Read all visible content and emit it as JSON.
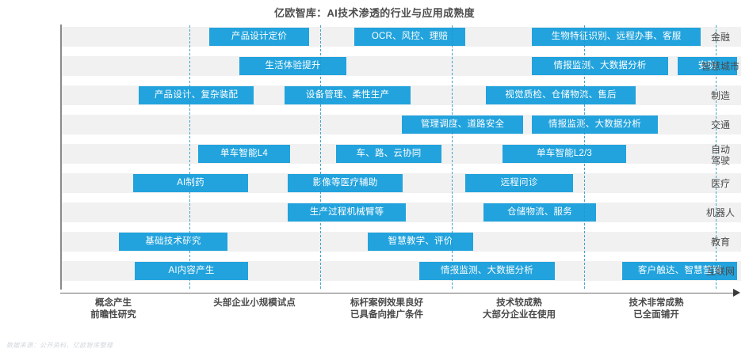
{
  "chart_data": {
    "type": "bar",
    "title": "亿欧智库：AI技术渗透的行业与应用成熟度",
    "xlabel": "",
    "ylabel": "",
    "grid": true,
    "legend": false,
    "source_note": "数据来源：公开资料、亿欧智库整理",
    "accent_color": "#22a3dd",
    "band_color": "#f1f1f1",
    "xlim": [
      0,
      5.2
    ],
    "stage_labels": [
      {
        "id": "stage-1",
        "line1": "概念产生",
        "line2": "前瞻性研究"
      },
      {
        "id": "stage-2",
        "line1": "头部企业小规模试点",
        "line2": ""
      },
      {
        "id": "stage-3",
        "line1": "标杆案例效果良好",
        "line2": "已具备向推广条件"
      },
      {
        "id": "stage-4",
        "line1": "技术较成熟",
        "line2": "大部分企业在使用"
      },
      {
        "id": "stage-5",
        "line1": "技术非常成熟",
        "line2": "已全面铺开"
      }
    ],
    "categories": [
      "金融",
      "智慧城市",
      "制造",
      "交通",
      "自动驾驶",
      "医疗",
      "机器人",
      "教育",
      "互联网"
    ],
    "rows": [
      {
        "label": "金融",
        "label_line1": "金融",
        "label_line2": "",
        "bars": [
          {
            "text": "产品设计定价",
            "start": 264,
            "end": 390
          },
          {
            "text": "OCR、风控、理赔",
            "start": 447,
            "end": 587
          },
          {
            "text": "生物特征识别、远程办事、客服",
            "start": 671,
            "end": 884
          }
        ]
      },
      {
        "label": "智慧城市",
        "label_line1": "智慧城市",
        "label_line2": "",
        "bars": [
          {
            "text": "生活体验提升",
            "start": 302,
            "end": 437
          },
          {
            "text": "情报监测、大数据分析",
            "start": 671,
            "end": 843
          },
          {
            "text": "安防",
            "start": 855,
            "end": 930
          }
        ]
      },
      {
        "label": "制造",
        "label_line1": "制造",
        "label_line2": "",
        "bars": [
          {
            "text": "产品设计、复杂装配",
            "start": 175,
            "end": 320
          },
          {
            "text": "设备管理、柔性生产",
            "start": 359,
            "end": 518
          },
          {
            "text": "视觉质检、仓储物流、售后",
            "start": 613,
            "end": 802
          }
        ]
      },
      {
        "label": "交通",
        "label_line1": "交通",
        "label_line2": "",
        "bars": [
          {
            "text": "管理调度、道路安全",
            "start": 507,
            "end": 660
          },
          {
            "text": "情报监测、大数据分析",
            "start": 671,
            "end": 830
          }
        ]
      },
      {
        "label": "自动驾驶",
        "label_line1": "自动",
        "label_line2": "驾驶",
        "bars": [
          {
            "text": "单车智能L4",
            "start": 250,
            "end": 366
          },
          {
            "text": "车、路、云协同",
            "start": 424,
            "end": 557
          },
          {
            "text": "单车智能L2/3",
            "start": 634,
            "end": 790
          }
        ]
      },
      {
        "label": "医疗",
        "label_line1": "医疗",
        "label_line2": "",
        "bars": [
          {
            "text": "AI制药",
            "start": 168,
            "end": 313
          },
          {
            "text": "影像等医疗辅助",
            "start": 363,
            "end": 508
          },
          {
            "text": "远程问诊",
            "start": 587,
            "end": 723
          }
        ]
      },
      {
        "label": "机器人",
        "label_line1": "机器人",
        "label_line2": "",
        "bars": [
          {
            "text": "生产过程机械臂等",
            "start": 363,
            "end": 512
          },
          {
            "text": "仓储物流、服务",
            "start": 610,
            "end": 752
          }
        ]
      },
      {
        "label": "教育",
        "label_line1": "教育",
        "label_line2": "",
        "bars": [
          {
            "text": "基础技术研究",
            "start": 150,
            "end": 287
          },
          {
            "text": "智慧教学、评价",
            "start": 464,
            "end": 597
          }
        ]
      },
      {
        "label": "互联网",
        "label_line1": "互联网",
        "label_line2": "",
        "bars": [
          {
            "text": "AI内容产生",
            "start": 170,
            "end": 313
          },
          {
            "text": "情报监测、大数据分析",
            "start": 529,
            "end": 700
          },
          {
            "text": "客户触达、智慧营销",
            "start": 785,
            "end": 930
          }
        ]
      }
    ],
    "gridline_x": [
      239,
      404,
      570,
      737,
      903
    ]
  }
}
